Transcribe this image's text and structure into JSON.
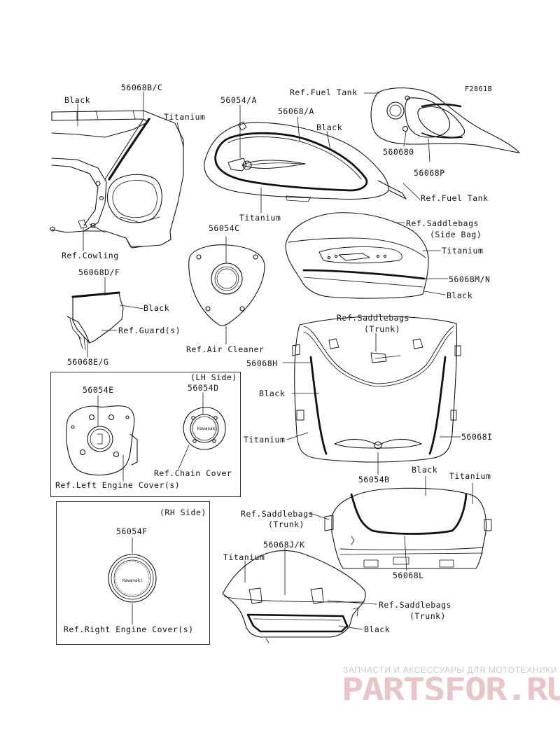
{
  "figure_code": "F2861B",
  "labels": {
    "black_cowl": "Black",
    "p56068bc": "56068B/C",
    "titanium_cowl": "Titanium",
    "ref_cowling": "Ref.Cowling",
    "p56054a": "56054/A",
    "p56068a": "56068/A",
    "black_tank": "Black",
    "titanium_tank": "Titanium",
    "ref_fuel_tank_top": "Ref.Fuel Tank",
    "ref_fuel_tank_side": "Ref.Fuel Tank",
    "p560680": "560680",
    "p56068p": "56068P",
    "p56054c": "56054C",
    "ref_air_cleaner": "Ref.Air Cleaner",
    "ref_saddlebags_side_1": "Ref.Saddlebags",
    "ref_saddlebags_side_2": "(Side Bag)",
    "titanium_sidebag": "Titanium",
    "p56068mn": "56068M/N",
    "black_sidebag": "Black",
    "p56068df": "56068D/F",
    "black_guard": "Black",
    "ref_guards": "Ref.Guard(s)",
    "p56068eg": "56068E/G",
    "ref_trunk_front_1": "Ref.Saddlebags",
    "ref_trunk_front_2": "(Trunk)",
    "p56068h": "56068H",
    "black_trunk_front": "Black",
    "titanium_trunk_front": "Titanium",
    "p56068i": "56068I",
    "p56054b": "56054B",
    "lh_side": "(LH Side)",
    "p56054e": "56054E",
    "p56054d": "56054D",
    "ref_chain_cover": "Ref.Chain Cover",
    "ref_left_engine_cover": "Ref.Left Engine Cover(s)",
    "rh_side": "(RH Side)",
    "p56054f": "56054F",
    "ref_right_engine_cover": "Ref.Right Engine Cover(s)",
    "black_trunk_rear": "Black",
    "titanium_trunk_rear": "Titanium",
    "ref_trunk_rear_1": "Ref.Saddlebags",
    "ref_trunk_rear_2": "(Trunk)",
    "p56068l": "56068L",
    "p56068jk": "56068J/K",
    "titanium_trunk_side": "Titanium",
    "ref_trunk_side_1": "Ref.Saddlebags",
    "ref_trunk_side_2": "(Trunk)",
    "black_trunk_side": "Black"
  },
  "emblem_text": "Kawasaki",
  "watermark": {
    "line1": "ЗАПЧАСТИ И АКСЕССУАРЫ ДЛЯ МОТОТЕХНИКИ",
    "line2": "PARTSFOR.RU"
  },
  "colors": {
    "line": "#111111",
    "watermark_text": "#c9c9c9",
    "watermark_logo": "#e9c5c7"
  }
}
